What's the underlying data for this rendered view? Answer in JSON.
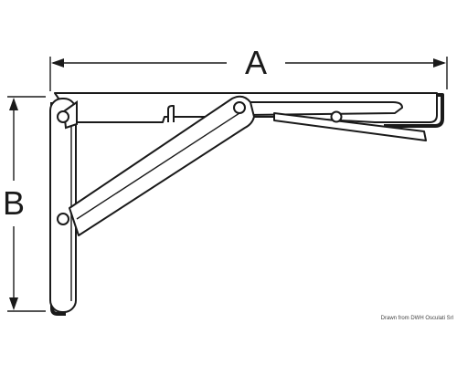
{
  "dimensions": {
    "width_label": "A",
    "height_label": "B"
  },
  "credit": "Drawn from DWH Osculati Srl",
  "colors": {
    "line": "#1a1a1a",
    "background": "#ffffff"
  }
}
